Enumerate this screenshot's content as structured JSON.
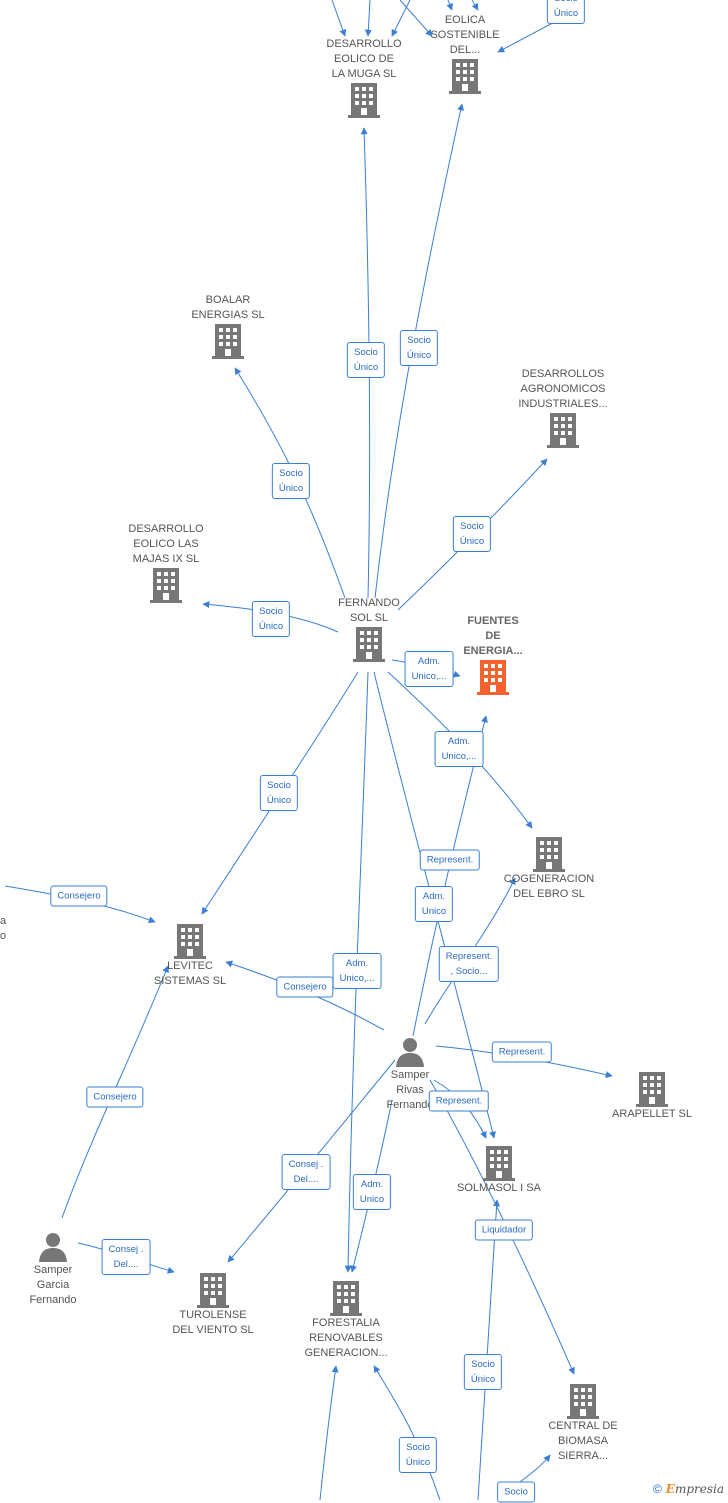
{
  "colors": {
    "edge": "#3a7fd5",
    "node_icon": "#777777",
    "focus_icon": "#f4622e"
  },
  "nodes": {
    "fuentes": {
      "label": "FUENTES\nDE\nENERGIA...",
      "icon": "building-icon-focus"
    },
    "fernando_sol": {
      "label": "FERNANDO\nSOL SL",
      "icon": "building-icon"
    },
    "muga": {
      "label": "DESARROLLO\nEOLICO DE\nLA MUGA SL",
      "icon": "building-icon"
    },
    "eolica_sost": {
      "label": "EOLICA\nSOSTENIBLE\nDEL...",
      "icon": "building-icon"
    },
    "boalar": {
      "label": "BOALAR\nENERGIAS  SL",
      "icon": "building-icon"
    },
    "agronomicos": {
      "label": "DESARROLLOS\nAGRONOMICOS\nINDUSTRIALES...",
      "icon": "building-icon"
    },
    "majas": {
      "label": "DESARROLLO\nEOLICO LAS\nMAJAS IX  SL",
      "icon": "building-icon"
    },
    "cogeneracion": {
      "label": "COGENERACION\nDEL EBRO  SL",
      "icon": "building-icon"
    },
    "levitec": {
      "label": "LEVITEC\nSISTEMAS  SL",
      "icon": "building-icon"
    },
    "samper_rivas": {
      "label": "Samper\nRivas\nFernando",
      "icon": "person-icon"
    },
    "arapellet": {
      "label": "ARAPELLET  SL",
      "icon": "building-icon"
    },
    "solmasol": {
      "label": "SOLMASOL I SA",
      "icon": "building-icon"
    },
    "samper_garcia": {
      "label": "Samper\nGarcia\nFernando",
      "icon": "person-icon"
    },
    "turolense": {
      "label": "TUROLENSE\nDEL VIENTO SL",
      "icon": "building-icon"
    },
    "forestalia": {
      "label": "FORESTALIA\nRENOVABLES\nGENERACION...",
      "icon": "building-icon"
    },
    "biomasa": {
      "label": "CENTRAL DE\nBIOMASA\nSIERRA...",
      "icon": "building-icon"
    }
  },
  "clipped_left_label": "a\no",
  "relations": [
    {
      "id": "r1",
      "text": "Socio\nÚnico"
    },
    {
      "id": "r2",
      "text": "Socio\nÚnico"
    },
    {
      "id": "r3",
      "text": "Socio\nÚnico"
    },
    {
      "id": "r4",
      "text": "Socio\nÚnico"
    },
    {
      "id": "r5",
      "text": "Socio\nÚnico"
    },
    {
      "id": "r6",
      "text": "Socio\nÚnico"
    },
    {
      "id": "r7",
      "text": "Adm.\nUnico,..."
    },
    {
      "id": "r8",
      "text": "Adm.\nUnico,..."
    },
    {
      "id": "r9",
      "text": "Socio\nÚnico"
    },
    {
      "id": "r10",
      "text": "Represent."
    },
    {
      "id": "r11",
      "text": "Adm.\nUnico"
    },
    {
      "id": "r12",
      "text": "Consejero"
    },
    {
      "id": "r13",
      "text": "Adm.\nUnico,..."
    },
    {
      "id": "r14",
      "text": "Represent.\n, Socio..."
    },
    {
      "id": "r15",
      "text": "Consejero"
    },
    {
      "id": "r16",
      "text": "Represent."
    },
    {
      "id": "r17",
      "text": "Represent."
    },
    {
      "id": "r18",
      "text": "Consejero"
    },
    {
      "id": "r19",
      "text": "Consej .\nDel...."
    },
    {
      "id": "r20",
      "text": "Adm.\nUnico"
    },
    {
      "id": "r21",
      "text": "Liquidador"
    },
    {
      "id": "r22",
      "text": "Consej .\nDel...."
    },
    {
      "id": "r23",
      "text": "Socio\nÚnico"
    },
    {
      "id": "r24",
      "text": "Socio\nÚnico"
    },
    {
      "id": "r25",
      "text": "Socio"
    }
  ],
  "footer": {
    "copyright": "©",
    "brand_initial": "E",
    "brand_rest": "mpresia"
  }
}
